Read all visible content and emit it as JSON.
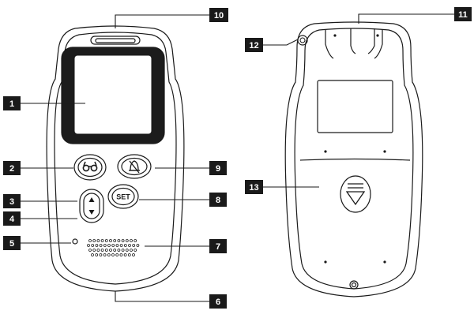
{
  "callouts": {
    "c1": "1",
    "c2": "2",
    "c3": "3",
    "c4": "4",
    "c5": "5",
    "c6": "6",
    "c7": "7",
    "c8": "8",
    "c9": "9",
    "c10": "10",
    "c11": "11",
    "c12": "12",
    "c13": "13"
  },
  "buttons": {
    "set_label": "SET"
  },
  "icons": {
    "view_button": "binoculars-icon",
    "alarm_button": "bell-mute-icon",
    "up_down_button": "up-down-arrows-icon",
    "battery_latch": "down-arrow-icon"
  }
}
